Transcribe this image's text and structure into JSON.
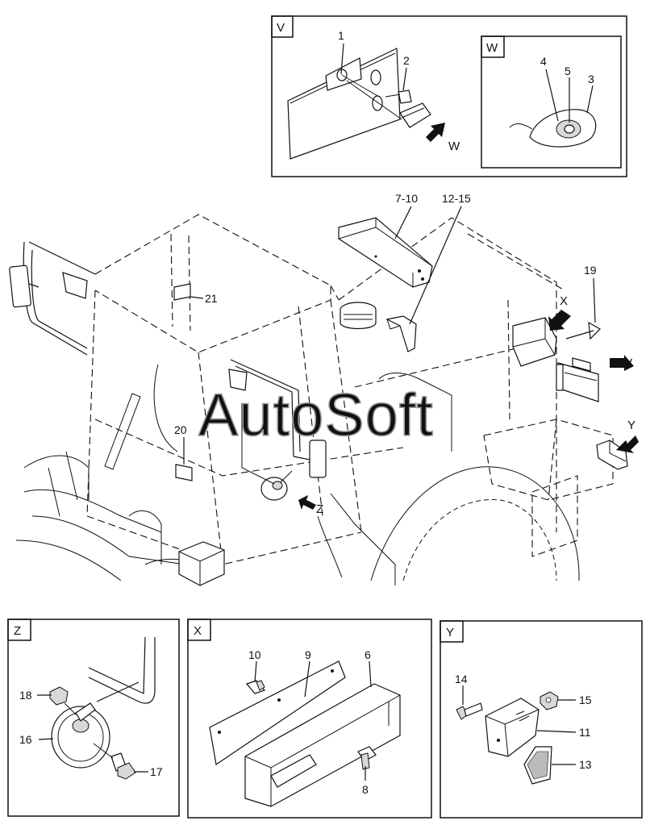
{
  "watermark": "AutoSoft",
  "panels": {
    "v": {
      "tag": "V"
    },
    "w": {
      "tag": "W"
    },
    "z": {
      "tag": "Z"
    },
    "x": {
      "tag": "X"
    },
    "y": {
      "tag": "Y"
    }
  },
  "callouts": {
    "p1": "1",
    "p2": "2",
    "p3": "3",
    "p4": "4",
    "p5": "5",
    "p6": "6",
    "p8": "8",
    "p9": "9",
    "p10": "10",
    "p11": "11",
    "p13": "13",
    "p14": "14",
    "p15": "15",
    "p16": "16",
    "p17": "17",
    "p18": "18",
    "p19": "19",
    "p20": "20",
    "p21": "21",
    "p7_10": "7-10",
    "p12_15": "12-15"
  },
  "view_arrows": {
    "w": "W",
    "x": "X",
    "v": "V",
    "y": "Y",
    "z": "Z"
  }
}
